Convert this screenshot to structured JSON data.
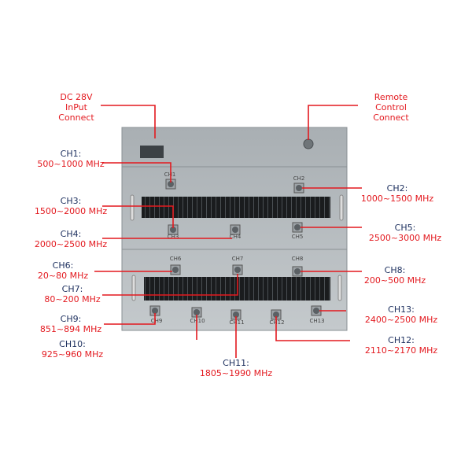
{
  "callouts": {
    "dc_input": {
      "lines": [
        "DC 28V",
        "InPut",
        "Connect"
      ]
    },
    "remote": {
      "lines": [
        "Remote",
        "Control",
        "Connect"
      ]
    }
  },
  "channels": [
    {
      "name": "CH1:",
      "freq": "500~1000 MHz",
      "port": "CH1"
    },
    {
      "name": "CH2:",
      "freq": "1000~1500 MHz",
      "port": "CH2"
    },
    {
      "name": "CH3:",
      "freq": "1500~2000 MHz",
      "port": "CH3"
    },
    {
      "name": "CH4:",
      "freq": "2000~2500 MHz",
      "port": "CH4"
    },
    {
      "name": "CH5:",
      "freq": "2500~3000 MHz",
      "port": "CH5"
    },
    {
      "name": "CH6:",
      "freq": "20~80 MHz",
      "port": "CH6"
    },
    {
      "name": "CH7:",
      "freq": "80~200 MHz",
      "port": "CH7"
    },
    {
      "name": "CH8:",
      "freq": "200~500 MHz",
      "port": "CH8"
    },
    {
      "name": "CH9:",
      "freq": "851~894 MHz",
      "port": "CH9"
    },
    {
      "name": "CH10:",
      "freq": "925~960 MHz",
      "port": "CH10"
    },
    {
      "name": "CH11:",
      "freq": "1805~1990 MHz",
      "port": "CH11"
    },
    {
      "name": "CH12:",
      "freq": "2110~2170 MHz",
      "port": "CH12"
    },
    {
      "name": "CH13:",
      "freq": "2400~2500 MHz",
      "port": "CH13"
    }
  ],
  "colors": {
    "line": "#e3191f",
    "channel_name": "#1c2f5e",
    "panel": "#b9bfc3"
  }
}
